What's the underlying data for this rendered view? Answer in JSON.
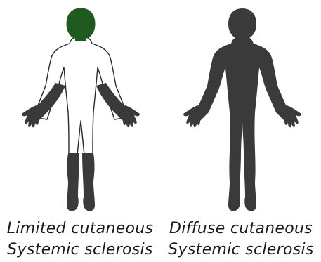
{
  "figures": [
    {
      "id": "limited",
      "caption_line1": "Limited cutaneous",
      "caption_line2": "Systemic sclerosis",
      "colors": {
        "head": "#1f5a1f",
        "torso": "#ffffff",
        "forearms_hands": "#3a3a3a",
        "lower_legs_feet": "#3a3a3a",
        "outline": "#2a2a2a"
      }
    },
    {
      "id": "diffuse",
      "caption_line1": "Diffuse cutaneous",
      "caption_line2": "Systemic sclerosis",
      "colors": {
        "body": "#3a3a3a"
      }
    }
  ]
}
